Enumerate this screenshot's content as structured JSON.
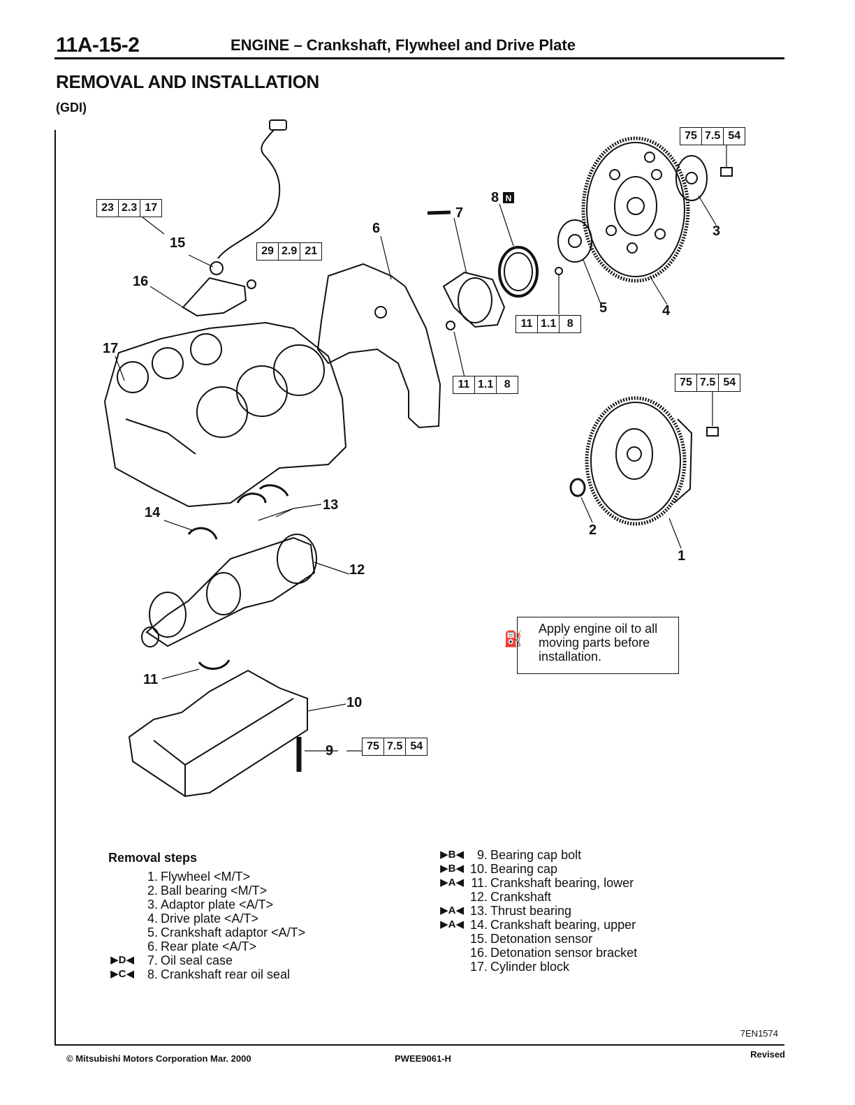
{
  "header": {
    "page_number": "11A-15-2",
    "title": "ENGINE – Crankshaft, Flywheel and Drive Plate"
  },
  "section": {
    "title": "REMOVAL AND INSTALLATION",
    "subtitle": "(GDI)"
  },
  "torque_specs": [
    {
      "nm": "75",
      "kgm": "7.5",
      "ftlb": "54"
    },
    {
      "nm": "23",
      "kgm": "2.3",
      "ftlb": "17"
    },
    {
      "nm": "29",
      "kgm": "2.9",
      "ftlb": "21"
    },
    {
      "nm": "11",
      "kgm": "1.1",
      "ftlb": "8"
    },
    {
      "nm": "11",
      "kgm": "1.1",
      "ftlb": "8"
    },
    {
      "nm": "75",
      "kgm": "7.5",
      "ftlb": "54"
    },
    {
      "nm": "75",
      "kgm": "7.5",
      "ftlb": "54"
    }
  ],
  "callouts": [
    "1",
    "2",
    "3",
    "4",
    "5",
    "6",
    "7",
    "8",
    "9",
    "10",
    "11",
    "12",
    "13",
    "14",
    "15",
    "16",
    "17"
  ],
  "note": "Apply engine oil to all moving parts before installation.",
  "removal": {
    "heading": "Removal steps",
    "left_steps": [
      {
        "mark": "",
        "num": "1.",
        "text": "Flywheel <M/T>"
      },
      {
        "mark": "",
        "num": "2.",
        "text": "Ball bearing <M/T>"
      },
      {
        "mark": "",
        "num": "3.",
        "text": "Adaptor plate <A/T>"
      },
      {
        "mark": "",
        "num": "4.",
        "text": "Drive plate <A/T>"
      },
      {
        "mark": "",
        "num": "5.",
        "text": "Crankshaft adaptor <A/T>"
      },
      {
        "mark": "",
        "num": "6.",
        "text": "Rear plate <A/T>"
      },
      {
        "mark": "▶D◀",
        "num": "7.",
        "text": "Oil seal case"
      },
      {
        "mark": "▶C◀",
        "num": "8.",
        "text": "Crankshaft rear oil seal"
      }
    ],
    "right_steps": [
      {
        "mark": "▶B◀",
        "num": "9.",
        "text": "Bearing cap bolt"
      },
      {
        "mark": "▶B◀",
        "num": "10.",
        "text": "Bearing cap"
      },
      {
        "mark": "▶A◀",
        "num": "11.",
        "text": "Crankshaft bearing, lower"
      },
      {
        "mark": "",
        "num": "12.",
        "text": "Crankshaft"
      },
      {
        "mark": "▶A◀",
        "num": "13.",
        "text": "Thrust bearing"
      },
      {
        "mark": "▶A◀",
        "num": "14.",
        "text": "Crankshaft bearing, upper"
      },
      {
        "mark": "",
        "num": "15.",
        "text": "Detonation sensor"
      },
      {
        "mark": "",
        "num": "16.",
        "text": "Detonation sensor bracket"
      },
      {
        "mark": "",
        "num": "17.",
        "text": "Cylinder block"
      }
    ]
  },
  "footer": {
    "figure_id": "7EN1574",
    "copyright": "© Mitsubishi Motors Corporation   Mar. 2000",
    "doc_code": "PWEE9061-H",
    "revision": "Revised"
  },
  "icons": {
    "oil_can": "oil-can-icon",
    "new_part": "N"
  }
}
